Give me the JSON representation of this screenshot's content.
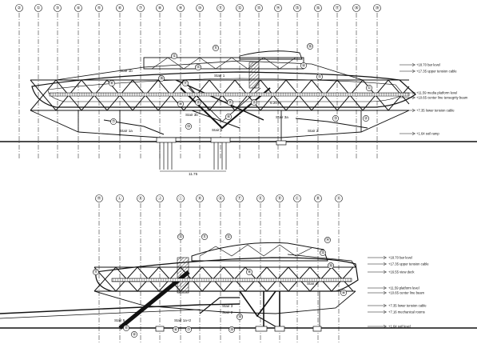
{
  "elevation_top": {
    "grid_bubbles": [
      "②",
      "①",
      "③",
      "④",
      "⑤",
      "⑥",
      "⑦",
      "⑧",
      "⑨",
      "⑩",
      "⑪",
      "⑫",
      "⑬",
      "⑭",
      "⑮",
      "⑯",
      "⑰",
      "⑱",
      "⑲"
    ],
    "stair_labels": [
      "Stair 1b",
      "Stair 1",
      "Stair 1a",
      "Stair 3b",
      "Stair 1",
      "Stair 3a",
      "Stair 2"
    ],
    "level_labels": [
      "+18.70 bar level",
      "+17.35 upper tension cable",
      "+11.59 media platform level",
      "+10.65 center line tensegrity beam",
      "+7.35 lower tension cable",
      "+1.64 soil ramp"
    ],
    "dimension": "11.75",
    "span": "6.20 m",
    "callouts": [
      "⑪",
      "⑫",
      "⑬",
      "⑭",
      "⑮",
      "⑯",
      "⑰",
      "⑱",
      "⑲",
      "④",
      "⑤",
      "⑥",
      "⑦",
      "⑧",
      "⑨",
      "⑩",
      "③",
      "②",
      "①"
    ]
  },
  "elevation_bottom": {
    "grid_bubbles": [
      "Ⓜ",
      "Ⓛ",
      "Ⓚ",
      "Ⓙ",
      "Ⓘ",
      "Ⓗ",
      "Ⓖ",
      "Ⓕ",
      "Ⓔ",
      "Ⓓ",
      "Ⓒ",
      "Ⓑ",
      "Ⓐ"
    ],
    "stair_labels": [
      "Stair 5",
      "Stair 1a+2",
      "Stair 3",
      "Stair 2",
      "Stair 4"
    ],
    "level_labels": [
      "+18.70 bar level",
      "+17.35 upper tension cable",
      "+16.55 view deck",
      "+11.59 platform level",
      "+10.65 center line beam",
      "+7.35 lower tension cable",
      "+7.16 mechanical rooms",
      "+1.64 soil level"
    ]
  },
  "colors": {
    "ink": "#111111",
    "paper": "#ffffff"
  }
}
